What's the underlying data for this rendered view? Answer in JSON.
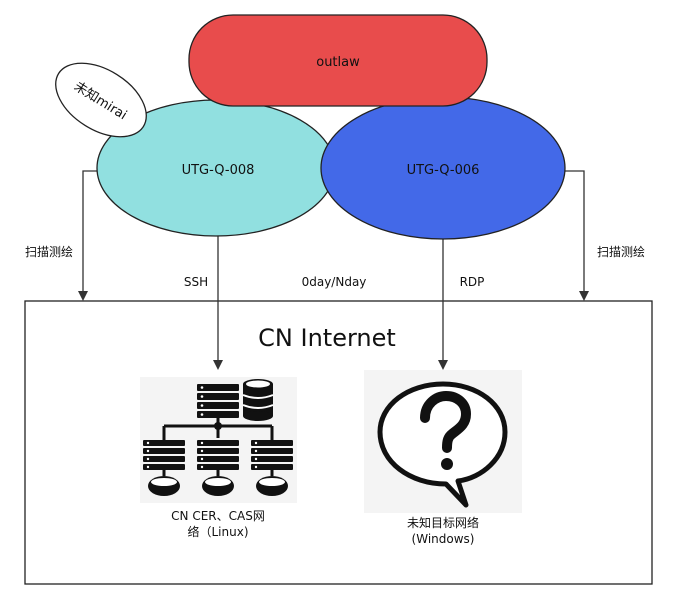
{
  "nodes": {
    "outlaw": {
      "label": "outlaw",
      "color": "#e84c4c"
    },
    "utg008": {
      "label": "UTG-Q-008",
      "color": "#91e0e0"
    },
    "utg006": {
      "label": "UTG-Q-006",
      "color": "#4369e8"
    },
    "mirai": {
      "label": "未知mirai"
    }
  },
  "edges": {
    "left_scan": "扫描测绘",
    "right_scan": "扫描测绘",
    "ssh": "SSH",
    "rdp": "RDP",
    "middle": "0day/Nday"
  },
  "region": {
    "title": "CN Internet"
  },
  "targets": {
    "linux": {
      "line1": "CN CER、CAS网",
      "line2": "络（Linux)"
    },
    "windows": {
      "line1": "未知目标网络",
      "line2": "(Windows)"
    }
  }
}
